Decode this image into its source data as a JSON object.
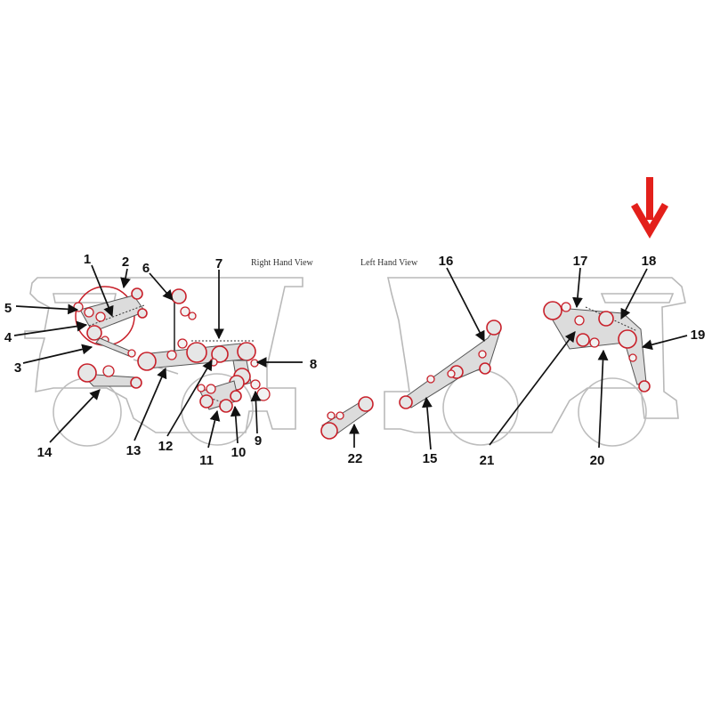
{
  "views": {
    "right_hand_title": "Right Hand View",
    "left_hand_title": "Left Hand View"
  },
  "callouts": [
    "1",
    "2",
    "3",
    "4",
    "5",
    "6",
    "7",
    "8",
    "9",
    "10",
    "11",
    "12",
    "13",
    "14",
    "15",
    "16",
    "17",
    "18",
    "19",
    "20",
    "21",
    "22"
  ],
  "highlight": {
    "target_callout": "18",
    "arrow_icon": "arrow-down-icon",
    "color": "#e3201b"
  },
  "colors": {
    "pulley_outline": "#c8202a",
    "belt_fill": "#dcdcdc",
    "machine_outline": "#b9b9b9"
  }
}
